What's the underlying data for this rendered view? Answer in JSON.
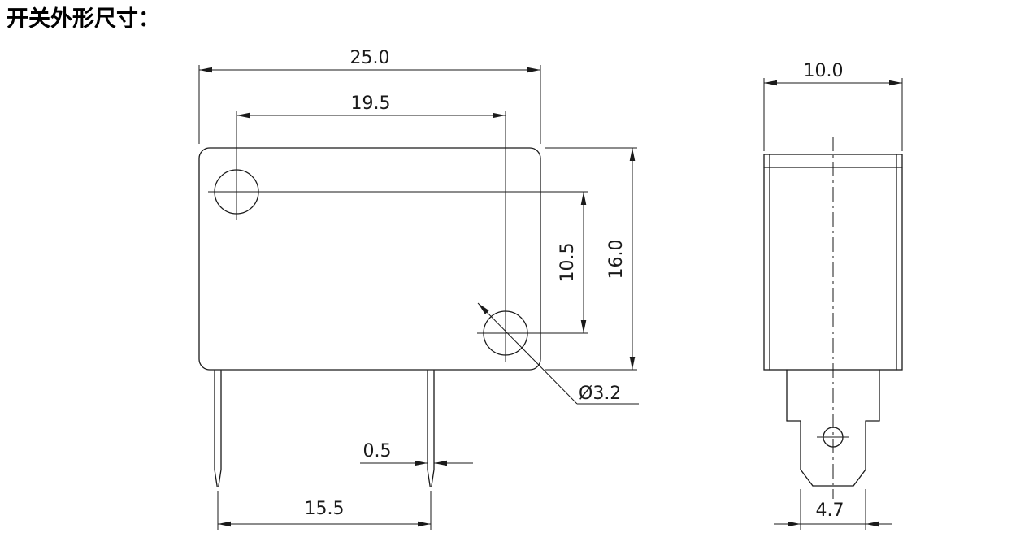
{
  "title": "开关外形尺寸：",
  "drawing": {
    "kind": "switch-outline-dimension-drawing",
    "line_color": "#1a1a1a",
    "background_color": "#ffffff",
    "front_view": {
      "overall_width_mm": "25.0",
      "hole_spacing_horizontal_mm": "19.5",
      "hole_spacing_vertical_mm": "10.5",
      "overall_height_mm": "16.0",
      "hole_diameter_label": "Ø3.2",
      "pin_width_mm": "0.5",
      "pin_spacing_mm": "15.5"
    },
    "side_view": {
      "overall_depth_mm": "10.0",
      "terminal_width_mm": "4.7"
    }
  }
}
